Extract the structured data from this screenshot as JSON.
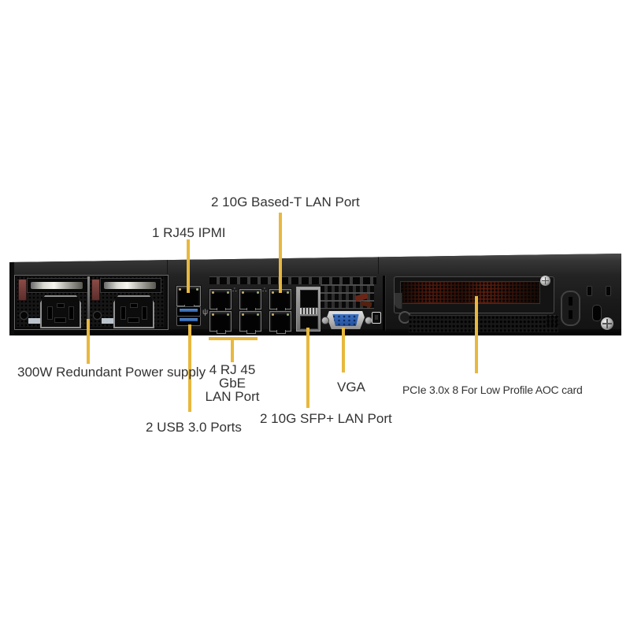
{
  "colors": {
    "background": "#ffffff",
    "callout_line": "#E8B83E",
    "label_text": "#333333",
    "chassis": "#1d1d1d",
    "usb_blue": "#2a5ca6",
    "vga_blue": "#2c5dae",
    "psu_latch_red": "#6b3a36",
    "pcie_interior_red": "#51180c"
  },
  "callouts": {
    "baset": {
      "label": "2 10G Based-T LAN Port"
    },
    "ipmi": {
      "label": "1 RJ45 IPMI"
    },
    "psu": {
      "label": "300W Redundant Power supply"
    },
    "gbe": {
      "line1": "4 RJ 45 GbE",
      "line2": "LAN Port"
    },
    "usb": {
      "label": "2 USB 3.0 Ports"
    },
    "sfp": {
      "label": "2 10G SFP+ LAN Port"
    },
    "vga": {
      "label": "VGA"
    },
    "pcie": {
      "label": "PCIe 3.0x 8 For Low Profile AOC card"
    }
  },
  "icons": {
    "usb_glyph": "ψ",
    "lan_triangle_glyph": "∴"
  }
}
